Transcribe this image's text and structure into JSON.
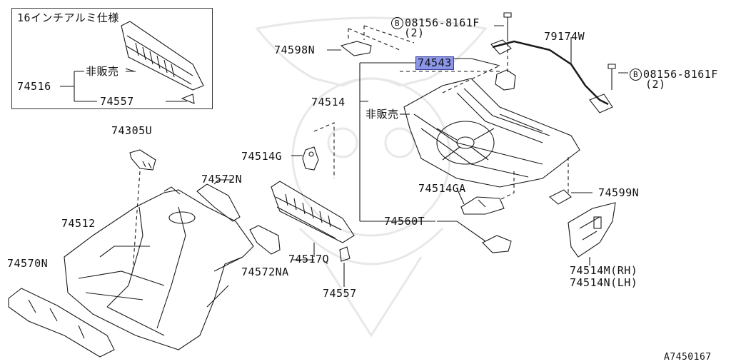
{
  "inset": {
    "title": "16インチアルミ仕様",
    "not_sold": "非販売",
    "parts": [
      "74516",
      "74557"
    ]
  },
  "labels": {
    "p74305U": "74305U",
    "p74512": "74512",
    "p74570N": "74570N",
    "p74572N": "74572N",
    "p74572NA": "74572NA",
    "p74517Q": "74517Q",
    "p74557": "74557",
    "p74514G": "74514G",
    "p74598N": "74598N",
    "p74514": "74514",
    "not_sold": "非販売",
    "p74543": "74543",
    "p74560T": "74560T",
    "p74514GA": "74514GA",
    "p74599N": "74599N",
    "p74514M": "74514M(RH)",
    "p74514N": "74514N(LH)",
    "p79174W": "79174W"
  },
  "bolts": [
    {
      "symbol": "B",
      "part": "08156-8161F",
      "qty": "(2)"
    },
    {
      "symbol": "B",
      "part": "08156-8161F",
      "qty": "(2)"
    }
  ],
  "diagram_code": "A7450167",
  "colors": {
    "line": "#1a1a1a",
    "highlight": "#8b96e8",
    "watermark": "#e6e6e6"
  }
}
